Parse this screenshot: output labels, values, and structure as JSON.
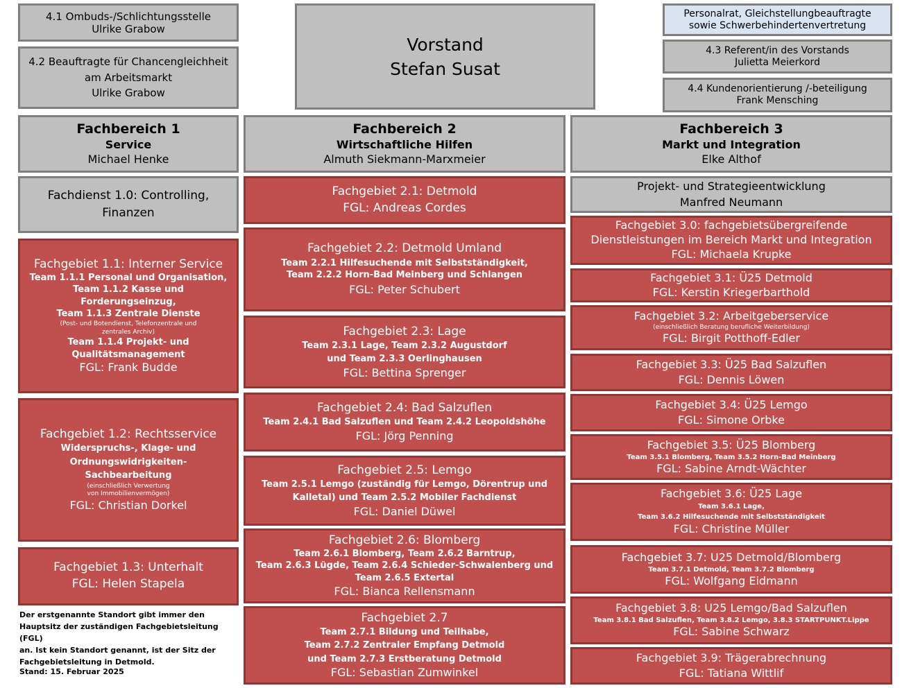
{
  "top": {
    "ombuds": {
      "line1": "4.1 Ombuds-/Schlichtungsstelle",
      "line2": "Ulrike Grabow"
    },
    "chancen": {
      "line1": "4.2 Beauftragte für Chancengleichheit",
      "line2": "am Arbeitsmarkt",
      "line3": "Ulrike Grabow"
    },
    "vorstand": {
      "title": "Vorstand",
      "name": "Stefan Susat"
    },
    "personalrat": {
      "line1": "Personalrat, Gleichstellungbeauftragte",
      "line2": "sowie Schwerbehindertenvertretung"
    },
    "referent": {
      "line1": "4.3 Referent/in des Vorstands",
      "line2": "Julietta Meierkord"
    },
    "kunden": {
      "line1": "4.4 Kundenorientierung /-beteiligung",
      "line2": "Frank Mensching"
    }
  },
  "fb1": {
    "header": {
      "title": "Fachbereich 1",
      "subtitle": "Service",
      "name": "Michael Henke"
    },
    "fachdienst": {
      "line1": "Fachdienst 1.0: Controlling,",
      "line2": "Finanzen"
    },
    "fg11": {
      "title": "Fachgebiet 1.1: Interner Service",
      "l1": "Team 1.1.1 Personal und Organisation,",
      "l2": "Team 1.1.2 Kasse und",
      "l3": "Forderungseinzug,",
      "l4": "Team 1.1.3 Zentrale Dienste",
      "n1": "(Post- und Botendienst, Telefonzentrale und",
      "n2": "zentrales Archiv)",
      "l5": "Team 1.1.4 Projekt- und",
      "l6": "Qualitätsmanagement",
      "fgl": "FGL: Frank Budde"
    },
    "fg12": {
      "title": "Fachgebiet 1.2: Rechtsservice",
      "l1": "Widerspruchs-, Klage- und",
      "l2": "Ordnungswidrigkeiten-",
      "l3": "Sachbearbeitung",
      "n1": "(einschließlich Verwertung",
      "n2": "von Immobilienvermögen)",
      "fgl": "FGL:  Christian Dorkel"
    },
    "fg13": {
      "title": "Fachgebiet 1.3: Unterhalt",
      "fgl": "FGL:  Helen Stapela"
    },
    "note": {
      "l1": "Der erstgenannte Standort gibt immer den",
      "l2": "Hauptsitz der zuständigen Fachgebietsleitung (FGL)",
      "l3": "an. Ist kein Standort genannt, ist der Sitz der",
      "l4": "Fachgebietsleitung in Detmold."
    },
    "stand": "Stand: 15. Februar 2025"
  },
  "fb2": {
    "header": {
      "title": "Fachbereich 2",
      "subtitle": "Wirtschaftliche Hilfen",
      "name": "Almuth Siekmann-Marxmeier"
    },
    "fg21": {
      "title": "Fachgebiet 2.1: Detmold",
      "fgl": "FGL:  Andreas Cordes"
    },
    "fg22": {
      "title": "Fachgebiet 2.2: Detmold Umland",
      "l1": "Team 2.2.1 Hilfesuchende mit Selbstständigkeit,",
      "l2": "Team 2.2.2 Horn-Bad Meinberg und Schlangen",
      "fgl": "FGL:  Peter Schubert"
    },
    "fg23": {
      "title": "Fachgebiet 2.3: Lage",
      "l1": "Team 2.3.1 Lage, Team 2.3.2 Augustdorf",
      "l2": "und Team 2.3.3 Oerlinghausen",
      "fgl": "FGL: Bettina Sprenger"
    },
    "fg24": {
      "title": "Fachgebiet 2.4: Bad Salzuflen",
      "l1": "Team 2.4.1 Bad Salzuflen und Team 2.4.2 Leopoldshöhe",
      "fgl": "FGL: Jörg Penning"
    },
    "fg25": {
      "title": "Fachgebiet 2.5: Lemgo",
      "l1": "Team 2.5.1 Lemgo (zuständig für Lemgo, Dörentrup und",
      "l2": "Kalletal) und Team 2.5.2 Mobiler Fachdienst",
      "fgl": "FGL: Daniel Düwel"
    },
    "fg26": {
      "title": "Fachgebiet 2.6: Blomberg",
      "l1": "Team 2.6.1 Blomberg, Team 2.6.2 Barntrup,",
      "l2": "Team 2.6.3 Lügde, Team 2.6.4 Schieder-Schwalenberg und",
      "l3": "Team 2.6.5 Extertal",
      "fgl": "FGL: Bianca Rellensmann"
    },
    "fg27": {
      "title": "Fachgebiet 2.7",
      "l1": "Team 2.7.1 Bildung und Teilhabe,",
      "l2": "Team 2.7.2 Zentraler Empfang Detmold",
      "l3": "und Team 2.7.3 Erstberatung Detmold",
      "fgl": "FGL: Sebastian Zumwinkel"
    }
  },
  "fb3": {
    "header": {
      "title": "Fachbereich 3",
      "subtitle": "Markt und Integration",
      "name": "Elke Althof"
    },
    "projekt": {
      "line1": "Projekt- und Strategieentwicklung",
      "line2": "Manfred Neumann"
    },
    "fg30": {
      "l1": "Fachgebiet 3.0: fachgebietsübergreifende",
      "l2": "Dienstleistungen im Bereich Markt und Integration",
      "fgl": "FGL: Michaela Krupke"
    },
    "fg31": {
      "title": "Fachgebiet 3.1: Ü25 Detmold",
      "fgl": "FGL: Kerstin Kriegerbarthold"
    },
    "fg32": {
      "title": "Fachgebiet 3.2: Arbeitgeberservice",
      "n1": "(einschließlich Beratung berufliche Weiterbildung)",
      "fgl": "FGL: Birgit Potthoff-Edler"
    },
    "fg33": {
      "title": "Fachgebiet 3.3: Ü25 Bad Salzuflen",
      "fgl": "FGL: Dennis Löwen"
    },
    "fg34": {
      "title": "Fachgebiet 3.4: Ü25 Lemgo",
      "fgl": "FGL: Simone Orbke"
    },
    "fg35": {
      "title": "Fachgebiet 3.5: Ü25 Blomberg",
      "l1": "Team 3.5.1 Blomberg, Team 3.5.2 Horn-Bad Meinberg",
      "fgl": "FGL: Sabine Arndt-Wächter"
    },
    "fg36": {
      "title": "Fachgebiet 3.6: Ü25 Lage",
      "l1": "Team 3.6.1 Lage,",
      "l2": "Team 3.6.2 Hilfesuchende mit Selbstständigkeit",
      "fgl": "FGL: Christine Müller"
    },
    "fg37": {
      "title": "Fachgebiet 3.7: U25 Detmold/Blomberg",
      "l1": "Team 3.7.1 Detmold, Team 3.7.2 Blomberg",
      "fgl": "FGL: Wolfgang Eidmann"
    },
    "fg38": {
      "title": "Fachgebiet 3.8: U25 Lemgo/Bad Salzuflen",
      "l1": "Team 3.8.1 Bad Salzuflen, Team 3.8.2 Lemgo, 3.8.3 STARTPUNKT.Lippe",
      "fgl": "FGL: Sabine Schwarz"
    },
    "fg39": {
      "title": "Fachgebiet 3.9: Trägerabrechnung",
      "fgl": "FGL: Tatiana Wittlif"
    }
  }
}
